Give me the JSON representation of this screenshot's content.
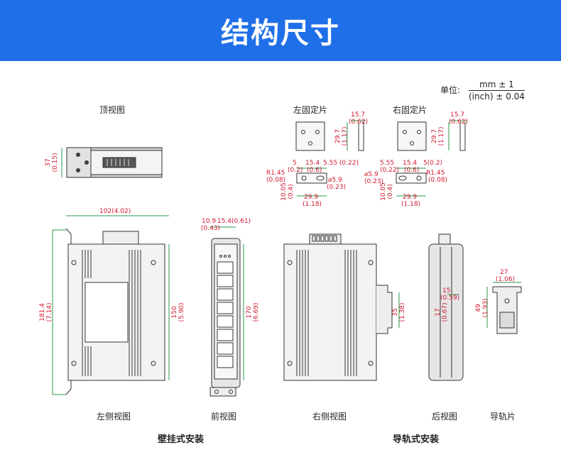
{
  "banner": {
    "title": "结构尺寸"
  },
  "unit": {
    "prefix": "单位:",
    "numerator": "mm ± 1",
    "denominator": "(inch) ± 0.04"
  },
  "views": {
    "top": "顶视图",
    "left_bracket": "左固定片",
    "right_bracket": "右固定片",
    "left_side": "左侧视图",
    "front": "前视图",
    "right_side": "右侧视图",
    "rear": "后视图",
    "rail_clip": "导轨片"
  },
  "sections": {
    "wall": "壁挂式安装",
    "rail": "导轨式安装"
  },
  "dims": {
    "top_height": "37",
    "top_height_in": "(0.15)",
    "lb_thick": "15.7",
    "lb_thick_in": "(0.62)",
    "lb_h": "29.7",
    "lb_h_in": "(1.17)",
    "rb_thick": "15.7",
    "rb_thick_in": "(0.62)",
    "rb_h": "29.7",
    "rb_h_in": "(1.17)",
    "l_5": "5",
    "l_5_in": "(0.2)",
    "l_154": "15.4",
    "l_154_in": "(0.6)",
    "l_555": "5.55 (0.22)",
    "l_r": "R1.45",
    "l_r_in": "(0.08)",
    "l_d": "⌀5.9",
    "l_d_in": "(0.23)",
    "l_1005": "10.05",
    "l_1005_in": "(0.4)",
    "l_299": "29.9",
    "l_299_in": "(1.18)",
    "r_555": "5.55",
    "r_555_in": "(0.22)",
    "r_154": "15.4",
    "r_154_in": "(0.6)",
    "r_5": "5(0.2)",
    "r_d": "⌀5.9",
    "r_d_in": "(0.23)",
    "r_r": "R1.45",
    "r_r_in": "(0.08)",
    "r_1005": "10.05",
    "r_1005_in": "(0.4)",
    "r_299": "29.9",
    "r_299_in": "(1.18)",
    "ls_w": "102(4.02)",
    "ls_h": "181.4",
    "ls_h_in": "(7.14)",
    "ls_150": "150",
    "ls_150_in": "(5.90)",
    "f_109": "10.9",
    "f_109_in": "(0.43)",
    "f_154": "15.4(0.61)",
    "f_170": "170",
    "f_170_in": "(6.69)",
    "rs_35": "35",
    "rs_35_in": "(1.38)",
    "rear_15": "15",
    "rear_15_in": "(0.59)",
    "rear_17": "17",
    "rear_17_in": "(0.67)",
    "clip_27": "27",
    "clip_27_in": "(1.06)",
    "clip_49": "49",
    "clip_49_in": "(1.93)"
  }
}
